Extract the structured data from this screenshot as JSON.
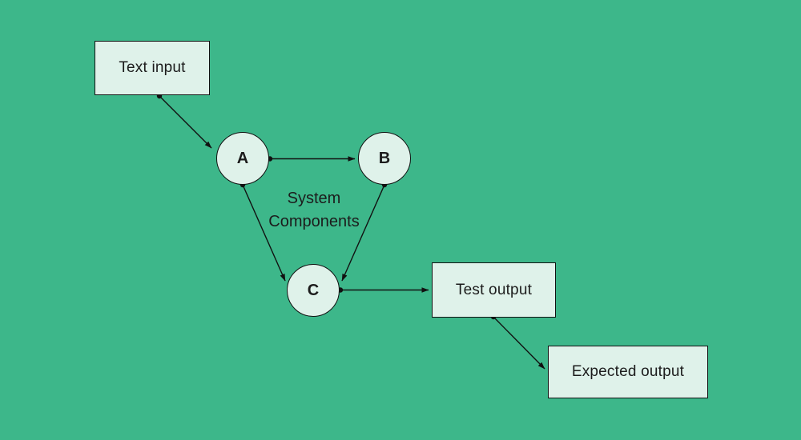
{
  "diagram": {
    "background_color": "#3DB78A",
    "node_fill_color": "#DFF2EA",
    "line_color": "#111111",
    "text_color": "#1C1C1C",
    "nodes": {
      "text_input": {
        "label": "Text input",
        "shape": "rectangle"
      },
      "component_a": {
        "label": "A",
        "shape": "circle"
      },
      "component_b": {
        "label": "B",
        "shape": "circle"
      },
      "component_c": {
        "label": "C",
        "shape": "circle"
      },
      "test_output": {
        "label": "Test output",
        "shape": "rectangle"
      },
      "expected_output": {
        "label": "Expected output",
        "shape": "rectangle"
      }
    },
    "annotation": {
      "line1": "System",
      "line2": "Components"
    },
    "edges": [
      {
        "from": "Text input",
        "to": "A"
      },
      {
        "from": "A",
        "to": "B"
      },
      {
        "from": "A",
        "to": "C"
      },
      {
        "from": "B",
        "to": "C"
      },
      {
        "from": "C",
        "to": "Test output"
      },
      {
        "from": "Test output",
        "to": "Expected output"
      }
    ]
  }
}
